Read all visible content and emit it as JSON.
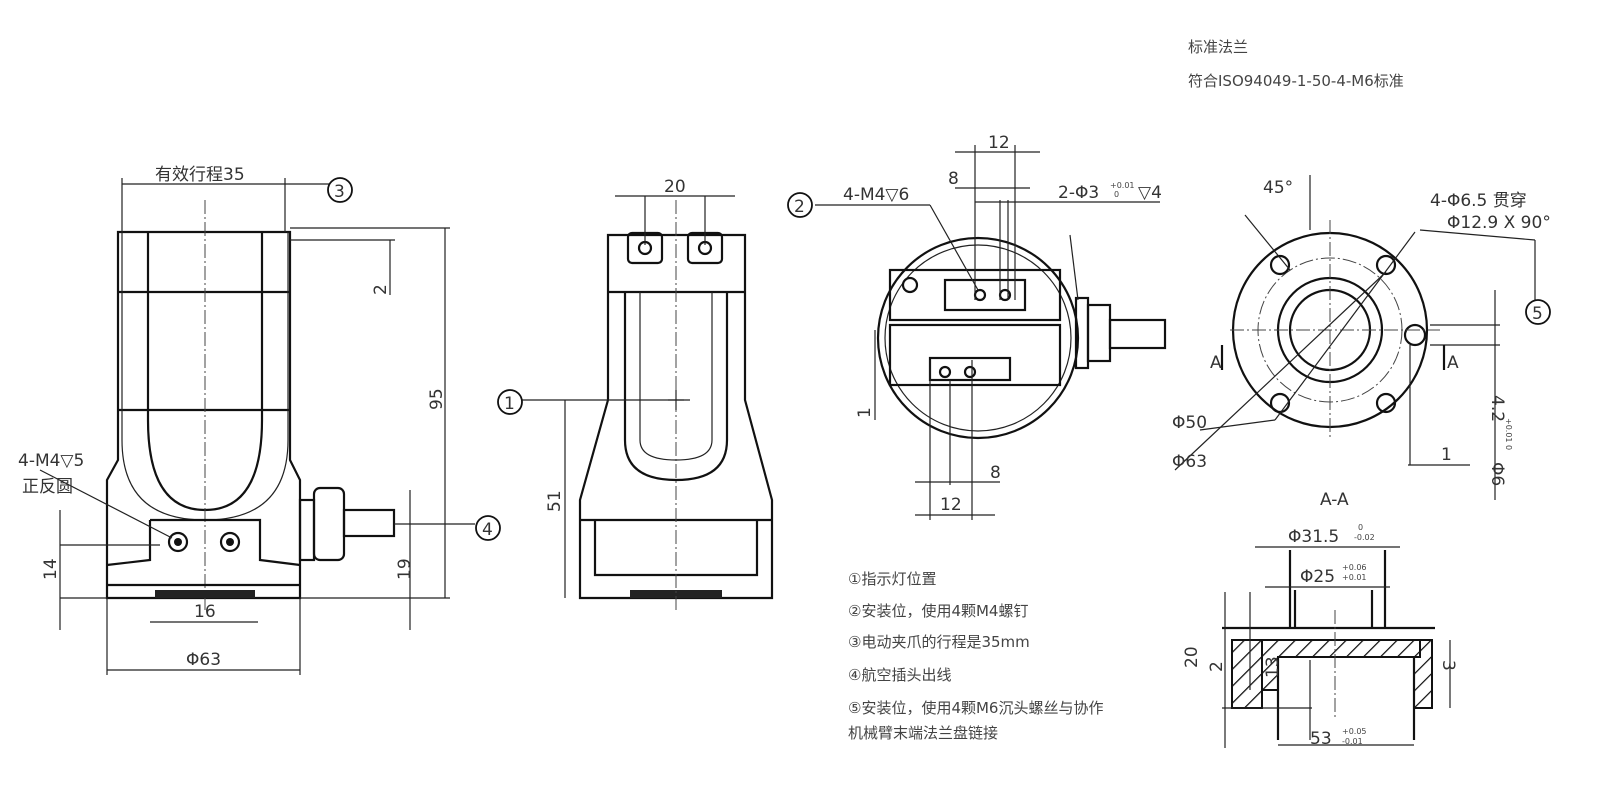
{
  "header": {
    "flange_title": "标准法兰",
    "flange_standard": "符合ISO94049-1-50-4-M6标准"
  },
  "front_view": {
    "stroke": "有效行程35",
    "callout3": "3",
    "dim2": "2",
    "dim95": "95",
    "thread": "4-M4▽5",
    "thread_note": "正反圆",
    "dim14": "14",
    "dim19": "19",
    "dim16": "16",
    "dia63": "Φ63",
    "callout4": "4"
  },
  "side_view": {
    "dim20": "20",
    "callout1": "1",
    "dim51": "51"
  },
  "top_view": {
    "callout2": "2",
    "thread": "4-M4▽6",
    "dim12_top": "12",
    "dim8_top": "8",
    "pin": "2-Φ3",
    "pin_tol_up": "+0.01",
    "pin_tol_low": "0",
    "pin_depth": "▽4",
    "dim1": "1",
    "dim8_bottom": "8",
    "dim12_bottom": "12"
  },
  "flange_view": {
    "angle": "45°",
    "holes": "4-Φ6.5 贯穿",
    "countersink": "Φ12.9 X 90°",
    "callout5": "5",
    "section_left": "A",
    "section_right": "A",
    "dia50": "Φ50",
    "dia63": "Φ63",
    "dim42": "4.2",
    "dim1": "1",
    "pin_dia": "Φ6",
    "pin_tol": "+0.01 0"
  },
  "section": {
    "title": "A-A",
    "dia315": "Φ31.5",
    "dia315_tol_up": "0",
    "dia315_tol_low": "-0.02",
    "dia25": "Φ25",
    "dia25_tol_up": "+0.06",
    "dia25_tol_low": "+0.01",
    "dim20": "20",
    "dim2": "2",
    "dim13": "13",
    "dim3": "3",
    "dim53": "53",
    "dim53_tol_up": "+0.05",
    "dim53_tol_low": "-0.01"
  },
  "notes": [
    "①指示灯位置",
    "②安装位，使用4颗M4螺钉",
    "③电动夹爪的行程是35mm",
    "④航空插头出线",
    "⑤安装位，使用4颗M6沉头螺丝与协作",
    "机械臂末端法兰盘链接"
  ]
}
